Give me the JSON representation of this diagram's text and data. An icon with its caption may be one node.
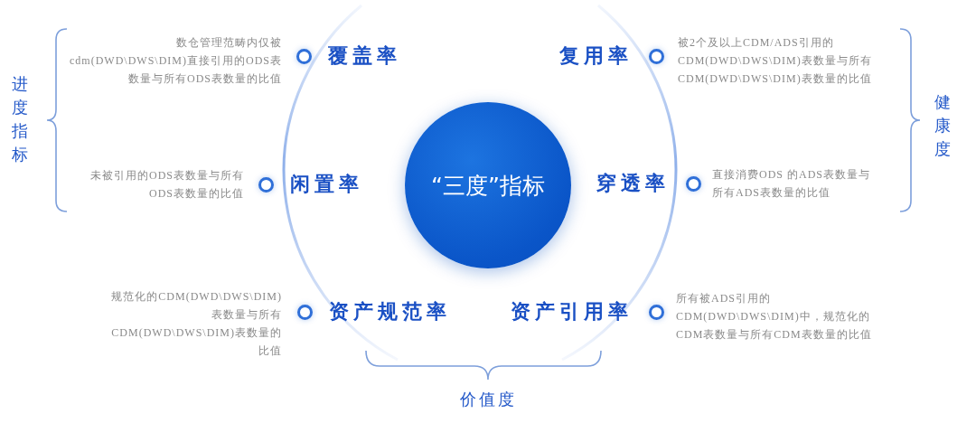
{
  "diagram": {
    "nodes": [
      {
        "text": [
          "“三度”指标"
        ]
      },
      {
        "text": [
          "覆盖率"
        ],
        "beside": [
          "数仓管理范畴内仅被cdm(DWD\\DWS\\DIM)直接引用的ODS表数量与所有ODS表数量的比值"
        ]
      },
      {
        "text": [
          "复用率"
        ],
        "beside": [
          "被2个及以上CDM/ADS引用的CDM(DWD\\DWS\\DIM)表数量与所有CDM(DWD\\DWS\\DIM)表数量的比值"
        ]
      },
      {
        "text": [
          "闲置率"
        ],
        "beside": [
          "未被引用的ODS表数量与所有ODS表数量的比值"
        ]
      },
      {
        "text": [
          "穿透率"
        ],
        "beside": [
          "直接消费ODS 的ADS表数量与所有ADS表数量的比值"
        ]
      },
      {
        "text": [
          "资产规范率"
        ],
        "beside": [
          "规范化的CDM(DWD\\DWS\\DIM)表数量与所有CDM(DWD\\DWS\\DIM)表数量的比值"
        ]
      },
      {
        "text": [
          "资产引用率"
        ],
        "beside": [
          "所有被ADS引用的CDM(DWD\\DWS\\DIM)中，规范化的CDM表数量与所有CDM表数量的比值"
        ]
      }
    ],
    "labels": [
      "进度指标",
      "健康度",
      "价值度"
    ]
  }
}
